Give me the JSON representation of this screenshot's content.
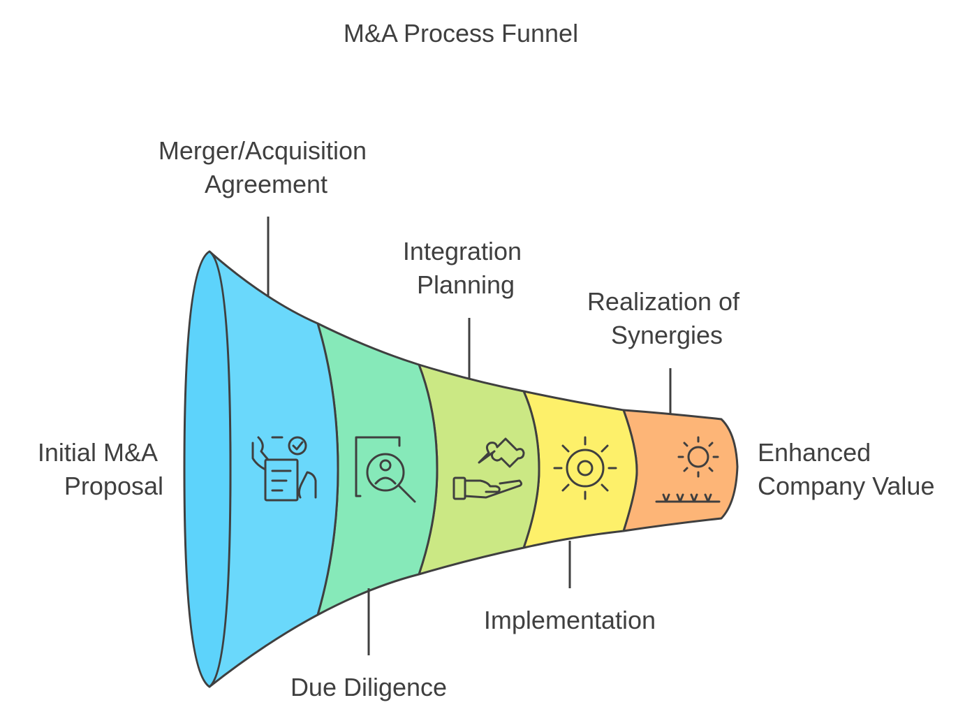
{
  "title": "M&A Process Funnel",
  "colors": {
    "initial": "#5dd3fb",
    "agreement": "#6ad8fb",
    "due_diligence": "#86e9b9",
    "integration_planning": "#cbe884",
    "implementation": "#fdf06a",
    "synergies": "#fdb577",
    "outline": "#3f3f3f"
  },
  "stages": [
    {
      "id": "initial",
      "lines": [
        "Initial M&A",
        "Proposal"
      ]
    },
    {
      "id": "agreement",
      "lines": [
        "Merger/Acquisition",
        "Agreement"
      ],
      "icon": "checklist-hand-icon"
    },
    {
      "id": "due_diligence",
      "lines": [
        "Due Diligence"
      ],
      "icon": "magnifier-person-icon"
    },
    {
      "id": "integration_planning",
      "lines": [
        "Integration",
        "Planning"
      ],
      "icon": "puzzle-hand-icon"
    },
    {
      "id": "implementation",
      "lines": [
        "Implementation"
      ],
      "icon": "sun-gear-icon"
    },
    {
      "id": "synergies",
      "lines": [
        "Realization of",
        "Synergies"
      ],
      "icon": "sun-grass-icon"
    },
    {
      "id": "outcome",
      "lines": [
        "Enhanced",
        "Company Value"
      ]
    }
  ]
}
